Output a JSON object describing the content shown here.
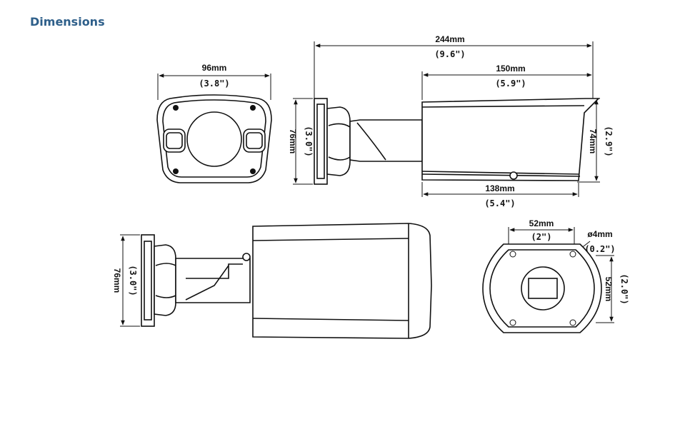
{
  "heading": "Dimensions",
  "dimensions": {
    "front_width_mm": "96mm",
    "front_width_in": "(3.8\")",
    "total_length_mm": "244mm",
    "total_length_in": "(9.6\")",
    "housing_length_mm": "150mm",
    "housing_length_in": "(5.9\")",
    "mount_height_side_mm": "76mm",
    "mount_height_side_in": "(3.0\")",
    "housing_height_mm": "74mm",
    "housing_height_in": "(2.9\")",
    "housing_bottom_mm": "138mm",
    "housing_bottom_in": "(5.4\")",
    "base_width_mm": "52mm",
    "base_width_in": "(2\")",
    "hole_dia_mm": "ø4mm",
    "hole_dia_in": "(0.2\")",
    "mount_height_bottom_mm": "76mm",
    "mount_height_bottom_in": "(3.0\")",
    "base_height_mm": "52mm",
    "base_height_in": "(2.0\")"
  }
}
